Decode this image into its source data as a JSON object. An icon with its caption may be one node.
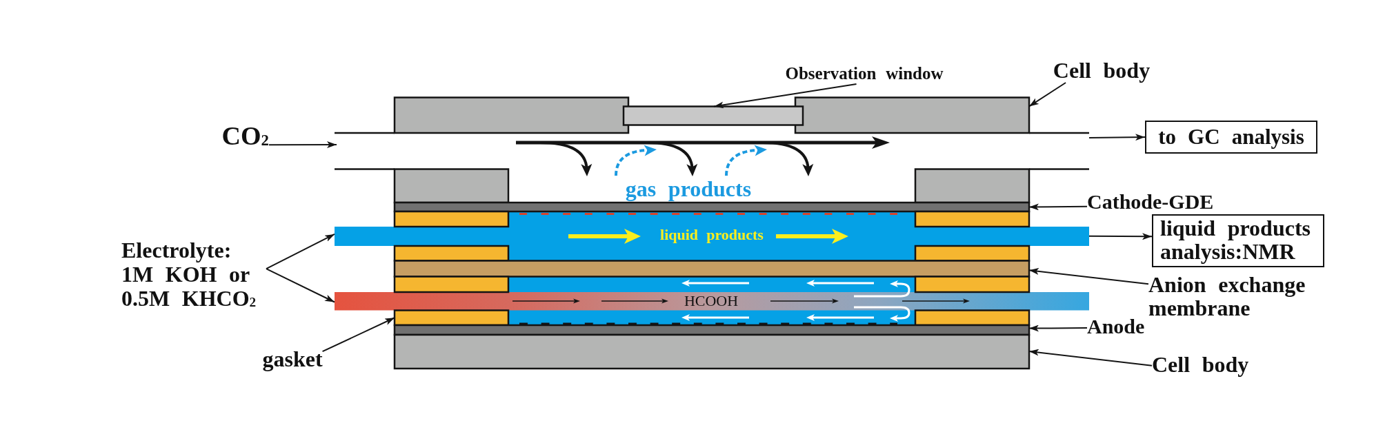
{
  "diagram": {
    "nodes": [
      {
        "text": [
          "Observation window"
        ]
      },
      {
        "text": [
          "Cell body"
        ]
      },
      {
        "text": [
          "CO$_{2}$"
        ]
      },
      {
        "text": [
          "to GC analysis"
        ]
      },
      {
        "text": [
          "Cathode-GDE"
        ]
      },
      {
        "text": [
          "Electrolyte: 1M KOH or 0.5M KHCO$_{2}$"
        ]
      },
      {
        "text": [
          "liquid products analysis:NMR"
        ]
      },
      {
        "text": [
          "Anion exchange membrane"
        ]
      },
      {
        "text": [
          "Anode"
        ]
      },
      {
        "text": [
          "gasket"
        ]
      },
      {
        "text": [
          "Cell body"
        ]
      },
      {
        "text": [
          "liquid products"
        ]
      },
      {
        "text": [
          "HCOOH"
        ]
      },
      {
        "text": [],
        "shape": "box"
      },
      {
        "text": [],
        "shape": "box"
      },
      {
        "text": [],
        "shape": "box"
      },
      {
        "text": [],
        "shape": "box"
      },
      {
        "text": [],
        "shape": "box"
      },
      {
        "text": [],
        "shape": "box"
      },
      {
        "text": [],
        "shape": "box"
      },
      {
        "text": [],
        "shape": "box"
      },
      {
        "text": [],
        "shape": "box"
      },
      {
        "text": [],
        "shape": "box"
      },
      {
        "text": [],
        "shape": "box"
      },
      {
        "text": [],
        "shape": "box"
      },
      {
        "text": [],
        "shape": "box"
      },
      {
        "text": [],
        "shape": "box"
      },
      {
        "text": [],
        "shape": "box"
      },
      {
        "text": [],
        "shape": "box"
      },
      {
        "text": [],
        "shape": "box"
      }
    ],
    "edges": [
      {
        "from": 0,
        "to": 13,
        "arrow": "to"
      },
      {
        "from": 1,
        "to": 15,
        "arrow": "to"
      },
      {
        "from": 2,
        "to": null,
        "arrow": "to"
      },
      {
        "from": null,
        "to": 3,
        "arrow": "to"
      },
      {
        "from": 4,
        "to": 18,
        "arrow": "to"
      },
      {
        "from": 5,
        "to": 11,
        "arrow": "to"
      },
      {
        "from": 5,
        "to": 12,
        "arrow": "to"
      },
      {
        "from": 11,
        "to": 6,
        "arrow": "to"
      },
      {
        "from": 7,
        "to": 23,
        "arrow": "to"
      },
      {
        "from": 8,
        "to": 28,
        "arrow": "to"
      },
      {
        "from": 9,
        "to": 26,
        "arrow": "to"
      },
      {
        "from": 10,
        "to": 29,
        "arrow": "to"
      }
    ],
    "labels": [
      "gas products"
    ]
  }
}
